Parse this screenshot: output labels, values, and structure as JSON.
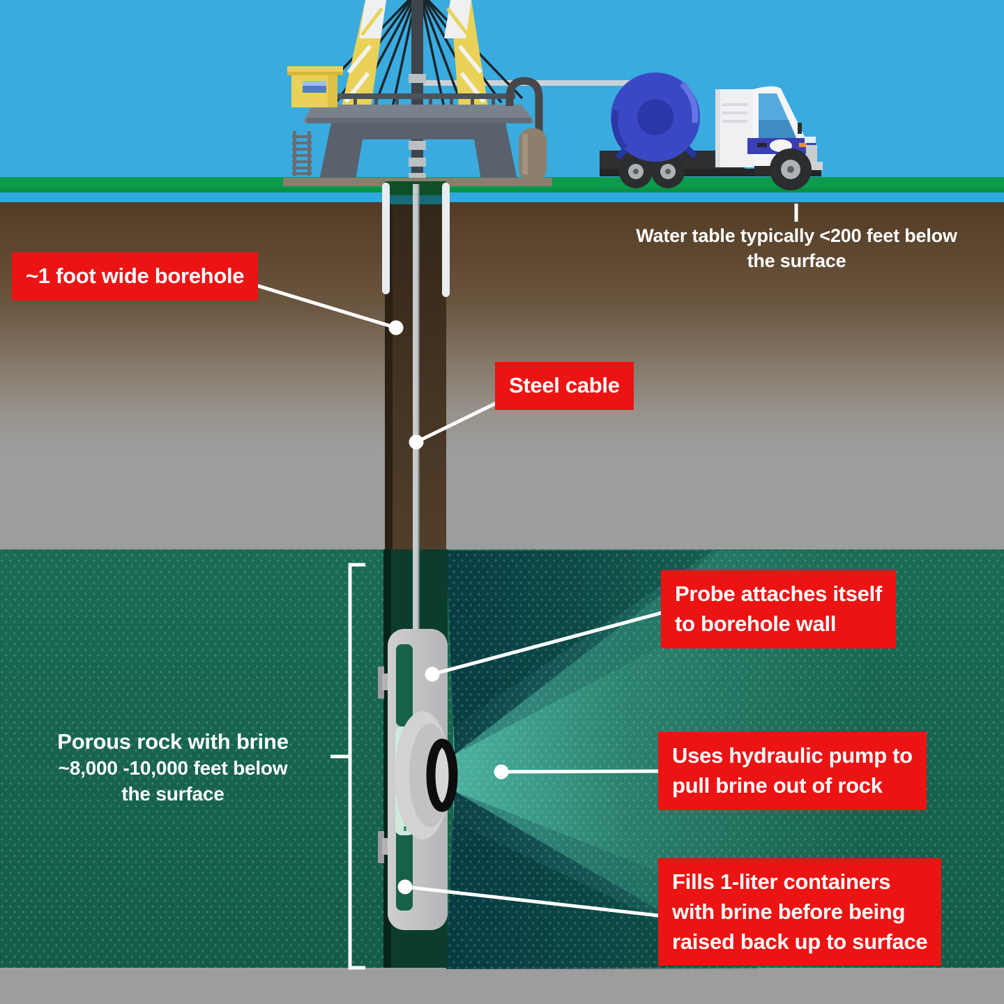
{
  "callouts": {
    "borehole": {
      "text": "~1 foot wide borehole"
    },
    "steel_cable": {
      "text": "Steel cable"
    },
    "probe": {
      "line1": "Probe attaches itself",
      "line2": "to borehole wall"
    },
    "pump": {
      "line1": "Uses hydraulic pump to",
      "line2": "pull brine out of rock"
    },
    "containers": {
      "line1": "Fills 1-liter containers",
      "line2": "with brine before being",
      "line3": "raised back up to surface"
    }
  },
  "annotations": {
    "water_table": {
      "line1": "Water table typically <200 feet",
      "line2": "below the surface"
    },
    "porous_rock": {
      "line1": "Porous rock with brine",
      "line2": "~8,000 -10,000 feet below",
      "line3": "the surface"
    }
  },
  "colors": {
    "label_red": "#ec1313",
    "sky_blue": "#3aabdf",
    "grass_green": "#0b9b4b",
    "water_table_blue": "#2fa9df",
    "soil_brown": "#5e4730",
    "rock_gray": "#9d9d9d",
    "brine_rock_teal": "#166650",
    "beam_teal": "#5ecdbc",
    "cable_reel_blue": "#3a48c6",
    "rig_yellow": "#e9d257",
    "callout_text": "#ffffff"
  }
}
